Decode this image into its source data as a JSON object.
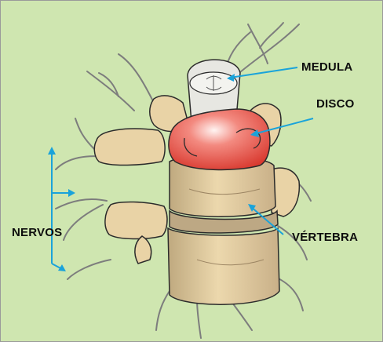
{
  "labels": {
    "medula": "MEDULA",
    "disco": "DISCO",
    "nervos": "NERVOS",
    "vertebra": "VÉRTEBRA"
  },
  "colors": {
    "background": "#cfe6b0",
    "bone": "#e9d3a6",
    "bone_shade": "#c2ab84",
    "disc": "#e24a3f",
    "pointer": "#1aa3da",
    "outline": "#2b2b2b"
  }
}
